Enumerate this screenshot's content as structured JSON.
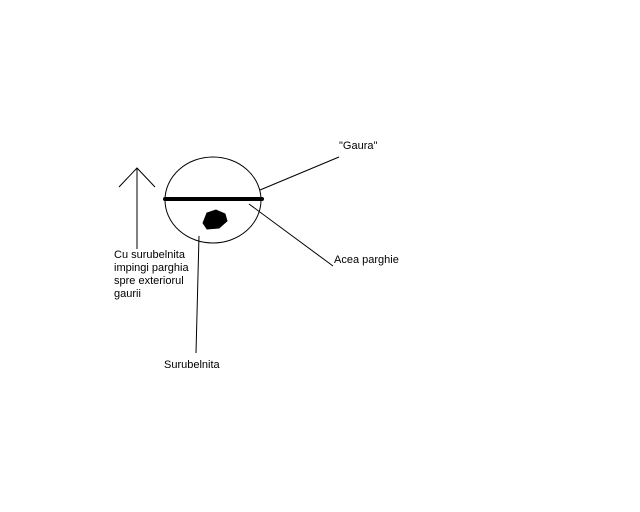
{
  "labels": {
    "gaura": "\"Gaura\"",
    "parghie": "Acea parghie",
    "surubelnita": "Surubelnita",
    "instruction_lines": [
      "Cu surubelnita",
      "impingi parghia",
      "spre exteriorul",
      "gaurii"
    ]
  },
  "colors": {
    "background": "#ffffff",
    "ink": "#000000"
  }
}
